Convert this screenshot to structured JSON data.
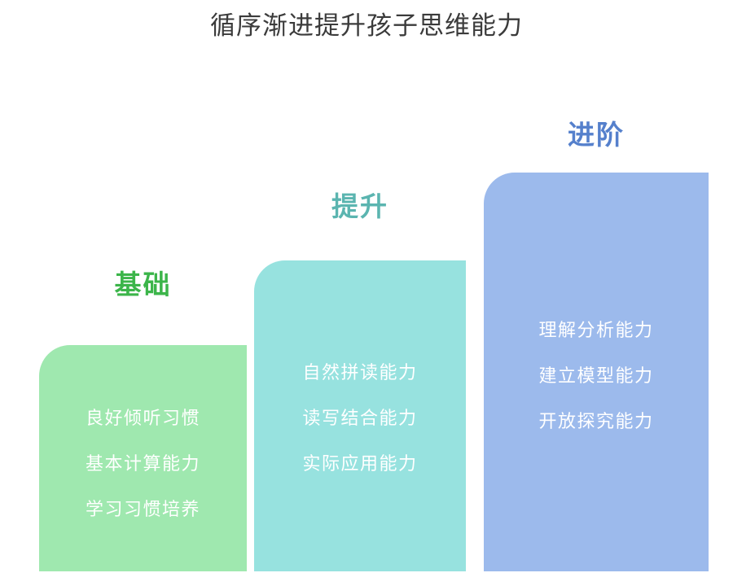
{
  "chart_data": {
    "type": "bar",
    "title": "循序渐进提升孩子思维能力",
    "xlabel": "",
    "ylabel": "",
    "categories": [
      "基础",
      "提升",
      "进阶"
    ],
    "values": [
      1,
      2,
      3
    ],
    "grid": false,
    "legend": "none",
    "annotations": [
      "良好倾听习惯",
      "基本计算能力",
      "学习习惯培养",
      "自然拼读能力",
      "读写结合能力",
      "实际应用能力",
      "理解分析能力",
      "建立模型能力",
      "开放探究能力"
    ],
    "series": [
      {
        "name": "基础",
        "label": "基础",
        "height_rank": 1,
        "fill": "#9FE8AF",
        "label_color": "#3CB54A",
        "items": [
          "良好倾听习惯",
          "基本计算能力",
          "学习习惯培养"
        ]
      },
      {
        "name": "提升",
        "label": "提升",
        "height_rank": 2,
        "fill": "#97E2DF",
        "label_color": "#5BB5B0",
        "items": [
          "自然拼读能力",
          "读写结合能力",
          "实际应用能力"
        ]
      },
      {
        "name": "进阶",
        "label": "进阶",
        "height_rank": 3,
        "fill": "#9CBAEC",
        "label_color": "#5580CC",
        "items": [
          "理解分析能力",
          "建立模型能力",
          "开放探究能力"
        ]
      }
    ]
  },
  "title": {
    "text": "循序渐进提升孩子思维能力",
    "color": "#3b3b3b"
  },
  "stages": [
    {
      "label": "基础",
      "label_color": "#3CB54A",
      "fill": "#9FE8AF",
      "items": [
        "良好倾听习惯",
        "基本计算能力",
        "学习习惯培养"
      ]
    },
    {
      "label": "提升",
      "label_color": "#5BB5B0",
      "fill": "#97E2DF",
      "items": [
        "自然拼读能力",
        "读写结合能力",
        "实际应用能力"
      ]
    },
    {
      "label": "进阶",
      "label_color": "#5580CC",
      "fill": "#9CBAEC",
      "items": [
        "理解分析能力",
        "建立模型能力",
        "开放探究能力"
      ]
    }
  ],
  "colors": {
    "background": "#ffffff",
    "item_text": "#ffffff",
    "title_text": "#3b3b3b",
    "green_fill": "#9FE8AF",
    "green_label": "#3CB54A",
    "teal_fill": "#97E2DF",
    "teal_label": "#5BB5B0",
    "blue_fill": "#9CBAEC",
    "blue_label": "#5580CC"
  }
}
